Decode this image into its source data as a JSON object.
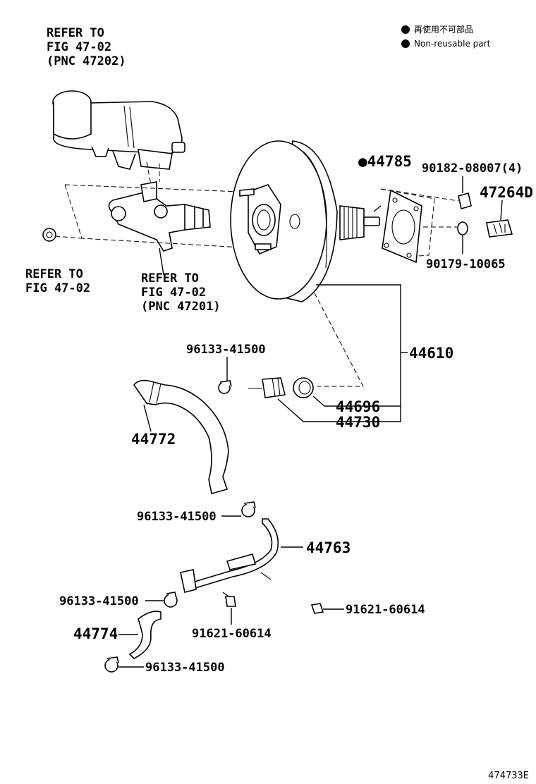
{
  "legend": {
    "item_jp": "再使用不可部品",
    "item_en": "Non-reusable part"
  },
  "refs": {
    "reservoir": [
      "REFER TO",
      "FIG 47-02",
      "(PNC 47202)"
    ],
    "cap": [
      "REFER TO",
      "FIG 47-02"
    ],
    "master_cylinder": [
      "REFER TO",
      "FIG 47-02",
      "(PNC 47201)"
    ]
  },
  "part_numbers": {
    "gasket": "●44785",
    "nut": "90182-08007(4)",
    "bracket": "47264D",
    "clevis": "90179-10065",
    "booster_assy": "44610",
    "clamp_top": "96133-41500",
    "grommet": "44696",
    "check_valve": "44730",
    "hose_upper": "44772",
    "clamp_mid": "96133-41500",
    "vacuum_pipe": "44763",
    "clamp_low": "96133-41500",
    "hose_lower": "44774",
    "bolt_a": "91621-60614",
    "bolt_b": "91621-60614",
    "clamp_bottom": "96133-41500"
  },
  "image_code": "474733E",
  "colors": {
    "line": "#000000",
    "background": "#ffffff"
  }
}
